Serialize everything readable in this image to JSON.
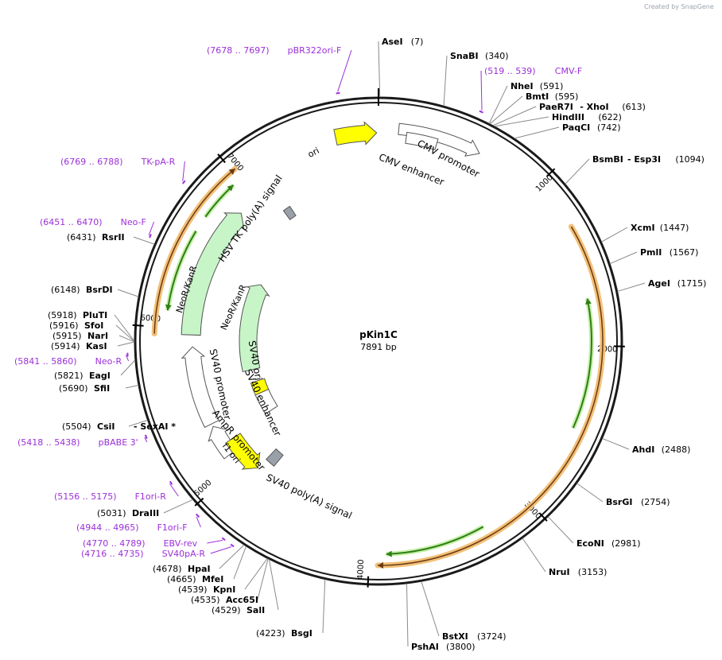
{
  "credit": "Created by SnapGene",
  "plasmid": {
    "name": "pKin1C",
    "length_label": "7891 bp",
    "length": 7891
  },
  "ticks": [
    {
      "pos": 1000,
      "label": "1000"
    },
    {
      "pos": 2000,
      "label": "2000"
    },
    {
      "pos": 3000,
      "label": "3000"
    },
    {
      "pos": 4000,
      "label": "4000"
    },
    {
      "pos": 5000,
      "label": "5000"
    },
    {
      "pos": 6000,
      "label": "6000"
    },
    {
      "pos": 7000,
      "label": "7000"
    }
  ],
  "sites": [
    {
      "pos": 7,
      "name": "AseI",
      "num": "(7)"
    },
    {
      "pos": 340,
      "name": "SnaBI",
      "num": "(340)"
    },
    {
      "pos": 591,
      "name": "NheI",
      "num": "(591)"
    },
    {
      "pos": 595,
      "name": "BmtI",
      "num": "(595)"
    },
    {
      "pos": 613,
      "name": "PaeR7I",
      "name2": "XhoI",
      "num": "(613)"
    },
    {
      "pos": 622,
      "name": "HindIII",
      "num": "(622)"
    },
    {
      "pos": 742,
      "name": "PaqCI",
      "num": "(742)"
    },
    {
      "pos": 1094,
      "name": "BsmBI",
      "name2": "Esp3I",
      "num": "(1094)"
    },
    {
      "pos": 1447,
      "name": "XcmI",
      "num": "(1447)"
    },
    {
      "pos": 1567,
      "name": "PmlI",
      "num": "(1567)"
    },
    {
      "pos": 1715,
      "name": "AgeI",
      "num": "(1715)"
    },
    {
      "pos": 2488,
      "name": "AhdI",
      "num": "(2488)"
    },
    {
      "pos": 2754,
      "name": "BsrGI",
      "num": "(2754)"
    },
    {
      "pos": 2981,
      "name": "EcoNI",
      "num": "(2981)"
    },
    {
      "pos": 3153,
      "name": "NruI",
      "num": "(3153)"
    },
    {
      "pos": 3724,
      "name": "BstXI",
      "num": "(3724)"
    },
    {
      "pos": 3800,
      "name": "PshAI",
      "num": "(3800)"
    },
    {
      "pos": 4223,
      "name": "BsgI",
      "num": "(4223)"
    },
    {
      "pos": 4529,
      "name": "SalI",
      "num": "(4529)"
    },
    {
      "pos": 4535,
      "name": "Acc65I",
      "num": "(4535)"
    },
    {
      "pos": 4539,
      "name": "KpnI",
      "num": "(4539)"
    },
    {
      "pos": 4665,
      "name": "MfeI",
      "num": "(4665)"
    },
    {
      "pos": 4678,
      "name": "HpaI",
      "num": "(4678)"
    },
    {
      "pos": 5031,
      "name": "DraIII",
      "num": "(5031)"
    },
    {
      "pos": 5504,
      "name": "CsiI",
      "name2": "SexAI *",
      "num": "(5504)"
    },
    {
      "pos": 5690,
      "name": "SfiI",
      "num": "(5690)"
    },
    {
      "pos": 5821,
      "name": "EagI",
      "num": "(5821)"
    },
    {
      "pos": 5914,
      "name": "KasI",
      "num": "(5914)"
    },
    {
      "pos": 5915,
      "name": "NarI",
      "num": "(5915)"
    },
    {
      "pos": 5916,
      "name": "SfoI",
      "num": "(5916)"
    },
    {
      "pos": 5918,
      "name": "PluTI",
      "num": "(5918)"
    },
    {
      "pos": 6148,
      "name": "BsrDI",
      "num": "(6148)"
    },
    {
      "pos": 6431,
      "name": "RsrII",
      "num": "(6431)"
    }
  ],
  "primers": [
    {
      "start": 7678,
      "end": 7697,
      "range": "(7678 .. 7697)",
      "name": "pBR322ori-F",
      "dir": 1
    },
    {
      "start": 519,
      "end": 539,
      "range": "(519 .. 539)",
      "name": "CMV-F",
      "dir": 1
    },
    {
      "start": 6769,
      "end": 6788,
      "range": "(6769 .. 6788)",
      "name": "TK-pA-R",
      "dir": -1
    },
    {
      "start": 6451,
      "end": 6470,
      "range": "(6451 .. 6470)",
      "name": "Neo-F",
      "dir": 1
    },
    {
      "start": 5841,
      "end": 5860,
      "range": "(5841 .. 5860)",
      "name": "Neo-R",
      "dir": -1
    },
    {
      "start": 5418,
      "end": 5438,
      "range": "(5418 .. 5438)",
      "name": "pBABE 3'",
      "dir": -1
    },
    {
      "start": 5156,
      "end": 5175,
      "range": "(5156 .. 5175)",
      "name": "F1ori-R",
      "dir": -1
    },
    {
      "start": 4944,
      "end": 4965,
      "range": "(4944 .. 4965)",
      "name": "F1ori-F",
      "dir": 1
    },
    {
      "start": 4770,
      "end": 4789,
      "range": "(4770 .. 4789)",
      "name": "EBV-rev",
      "dir": -1
    },
    {
      "start": 4716,
      "end": 4735,
      "range": "(4716 .. 4735)",
      "name": "SV40pA-R",
      "dir": -1
    }
  ],
  "features": {
    "ori": "ori",
    "cmv_promoter": "CMV promoter",
    "cmv_enhancer": "CMV enhancer",
    "hsv_tk": "HSV TK poly(A) signal",
    "neo_outer": "NeoR/KanR",
    "neo_inner": "NeoR/KanR",
    "sv40_ori": "SV40 ori",
    "sv40_enhancer": "SV40 enhancer",
    "sv40_promoter": "SV40 promoter",
    "ampr_promoter": "AmpR promoter",
    "f1_ori": "f1 ori",
    "sv40_polya": "SV40 poly(A) signal"
  },
  "colors": {
    "backbone": "#1a1a1a",
    "orf_orange": "#f2c078",
    "orf_line": "#6b3a12",
    "green_orf": "#5cb836",
    "ori_yellow": "#ffff00",
    "promoter_white": "#ffffff",
    "neo_green": "#c8f5c8",
    "polya_gray": "#9aa0a8",
    "primer": "#9b30d9"
  }
}
